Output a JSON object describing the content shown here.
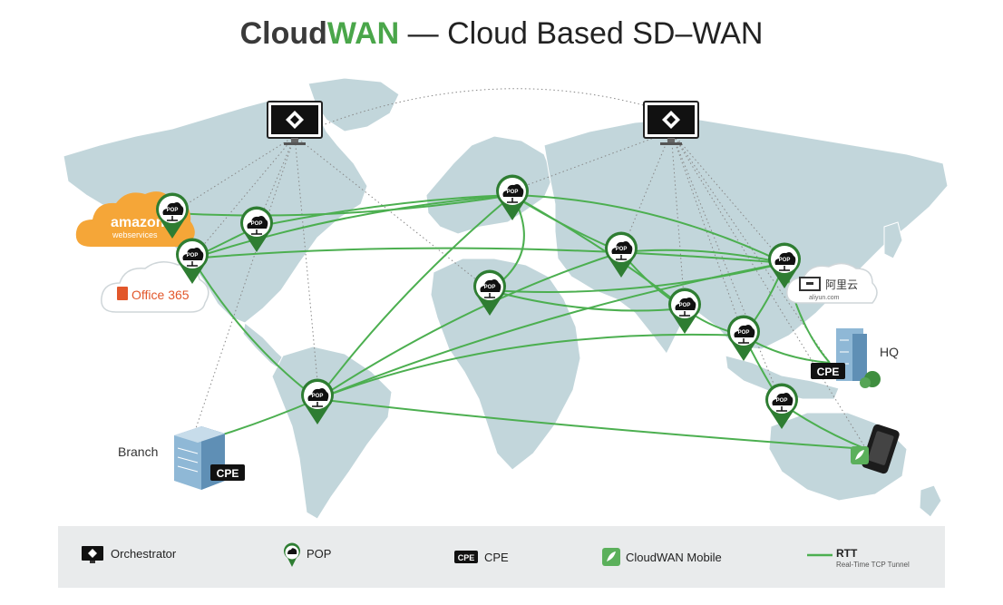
{
  "title": {
    "brand_dark": "Cloud",
    "brand_green": "WAN",
    "rest": " — Cloud Based SD–WAN",
    "brand_dark_color": "#3a3a3a",
    "brand_green_color": "#4aa64a"
  },
  "colors": {
    "map": "#c2d6db",
    "tunnel": "#4caf50",
    "pin_ring": "#2e7d32",
    "legend_bg": "#e9ebec"
  },
  "map_labels": {
    "branch": "Branch",
    "hq": "HQ",
    "cpe": "CPE"
  },
  "services": {
    "aws_name": "amazon",
    "aws_sub": "webservices",
    "office": "Office 365",
    "aliyun": "阿里云",
    "aliyun_sub": "aliyun.com"
  },
  "pop_text": "POP",
  "legend": {
    "orchestrator": "Orchestrator",
    "pop": "POP",
    "cpe_badge": "CPE",
    "cpe": "CPE",
    "mobile": "CloudWAN Mobile",
    "rtt": "RTT",
    "rtt_sub": "Real-Time TCP Tunnel"
  }
}
